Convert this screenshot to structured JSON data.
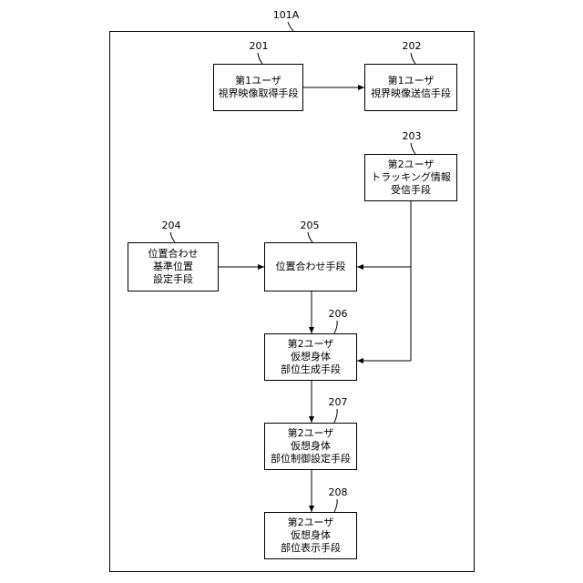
{
  "container": {
    "label": "101A"
  },
  "blocks": {
    "b201": {
      "ref": "201",
      "text": "第1ユーザ\n視界映像取得手段"
    },
    "b202": {
      "ref": "202",
      "text": "第1ユーザ\n視界映像送信手段"
    },
    "b203": {
      "ref": "203",
      "text": "第2ユーザ\nトラッキング情報\n受信手段"
    },
    "b204": {
      "ref": "204",
      "text": "位置合わせ\n基準位置\n設定手段"
    },
    "b205": {
      "ref": "205",
      "text": "位置合わせ手段"
    },
    "b206": {
      "ref": "206",
      "text": "第2ユーザ\n仮想身体\n部位生成手段"
    },
    "b207": {
      "ref": "207",
      "text": "第2ユーザ\n仮想身体\n部位制御設定手段"
    },
    "b208": {
      "ref": "208",
      "text": "第2ユーザ\n仮想身体\n部位表示手段"
    }
  }
}
